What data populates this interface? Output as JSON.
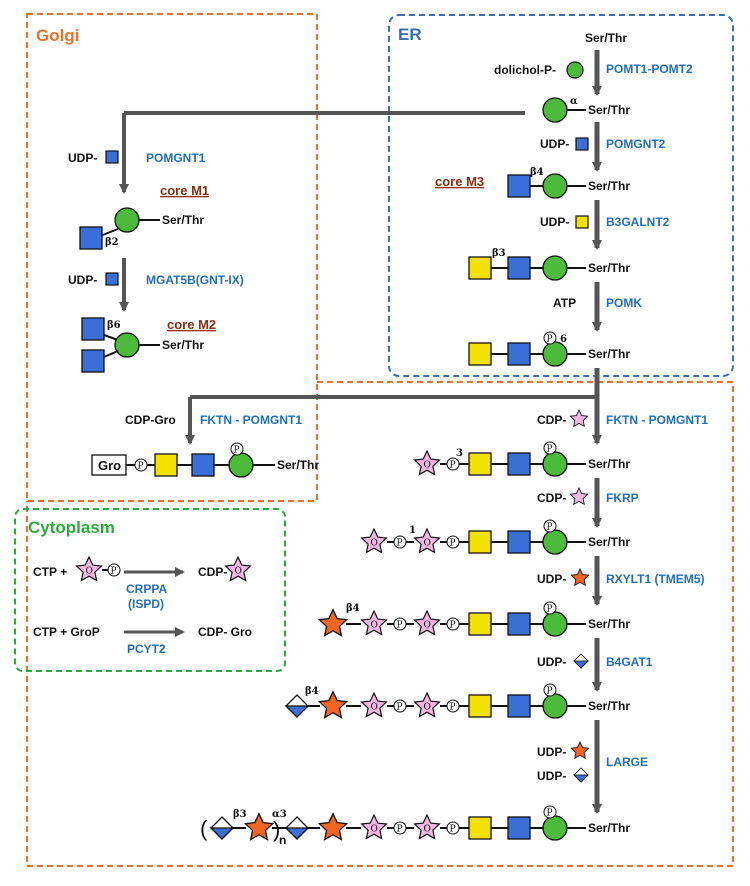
{
  "regions": {
    "golgi": "Golgi",
    "er": "ER",
    "cytoplasm": "Cytoplasm"
  },
  "colors": {
    "golgi": "#e8722a",
    "er": "#3a6fb8",
    "cytoplasm": "#2bab3e",
    "enzyme": "#1f6fbf",
    "core": "#8b2e12",
    "arrow": "#555555"
  },
  "labels": {
    "ser_thr": "Ser/Thr",
    "dolichol": "dolichol-P-",
    "udp": "UDP-",
    "cdp": "CDP-",
    "atp": "ATP",
    "cdp_gro": "CDP-Gro",
    "gro": "Gro",
    "p": "P",
    "ribitol": "O",
    "n": "n"
  },
  "linkages": {
    "alpha": "α",
    "beta2": "β2",
    "beta4": "β4",
    "beta6": "β6",
    "beta3": "β3",
    "alpha3": "α3",
    "six": "6",
    "three": "3",
    "one": "1"
  },
  "cores": {
    "m1": "core M1",
    "m2": "core M2",
    "m3": "core M3"
  },
  "enzymes": {
    "pomt": "POMT1-POMT2",
    "pomgnt2": "POMGNT2",
    "b3galnt2": "B3GALNT2",
    "pomk": "POMK",
    "pomgnt1": "POMGNT1",
    "mgat5b": "MGAT5B(GNT-IX)",
    "fktn_golgi": "FKTN - POMGNT1",
    "fktn": "FKTN - POMGNT1",
    "fkrp": "FKRP",
    "rxylt1": "RXYLT1 (TMEM5)",
    "b4gat1": "B4GAT1",
    "large": "LARGE",
    "crppa": "CRPPA",
    "ispd": "(ISPD)",
    "pcyt2": "PCYT2"
  },
  "cytoplasm": {
    "ctp_plus": "CTP +",
    "cdp": "CDP-",
    "ctp_grop": "CTP + GroP",
    "cdp_gro": "CDP- Gro"
  }
}
